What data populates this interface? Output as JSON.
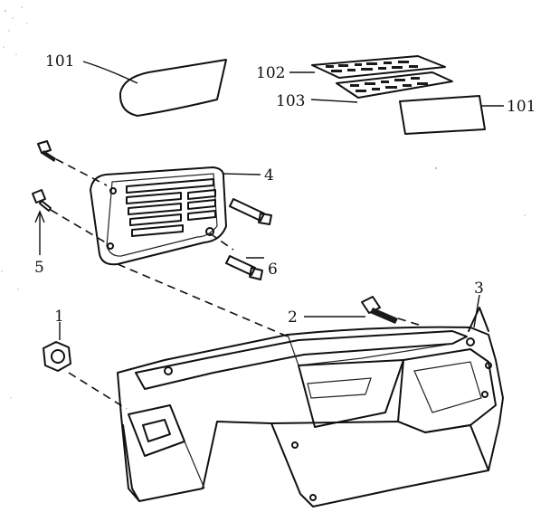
{
  "callouts": {
    "c101a": "101",
    "c102": "102",
    "c103": "103",
    "c101b": "101",
    "c4": "4",
    "c5": "5",
    "c6": "6",
    "c1": "1",
    "c2": "2",
    "c3": "3"
  },
  "colors": {
    "ink": "#111111",
    "paper": "#ffffff"
  }
}
